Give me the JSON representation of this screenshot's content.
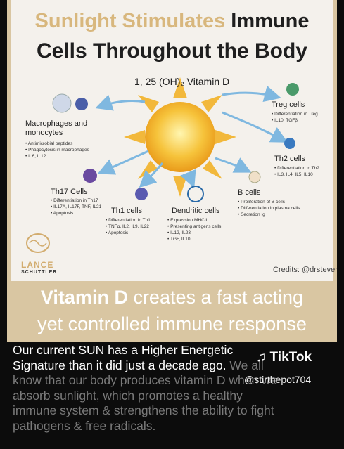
{
  "poster": {
    "title_highlight": "Sunlight Stimulates",
    "title_rest": " Immune",
    "title_line2": "Cells Throughout the Body",
    "vitamin_label": "1, 25 (OH)₂ Vitamin D",
    "credits": "Credits: @drstevenlin",
    "logo_name": "LANCE",
    "logo_sub": "SCHUTTLER",
    "cells": [
      {
        "name": "Macrophages and\nmonocytes",
        "bullets": [
          "Antimicrobial peptides",
          "Phagocytosis in macrophages",
          "IL6, IL12"
        ]
      },
      {
        "name": "Treg cells",
        "bullets": [
          "Differentiation in Treg",
          "IL10, TGFβ"
        ]
      },
      {
        "name": "Th2 cells",
        "bullets": [
          "Differentiation in Th2",
          "IL3, IL4, IL5, IL10"
        ]
      },
      {
        "name": "Th17 Cells",
        "bullets": [
          "Differentiation in Th17",
          "IL17A, IL17F, TNF, IL21",
          "Apoptosis"
        ]
      },
      {
        "name": "Th1 cells",
        "bullets": [
          "Differentiation in Th1",
          "TNFα, IL2, IL9, IL22",
          "Apoptosis"
        ]
      },
      {
        "name": "Dendritic cells",
        "bullets": [
          "Expression MHCII",
          "Presenting antigens cells",
          "IL12, IL23",
          "TGF, IL10"
        ]
      },
      {
        "name": "B cells",
        "bullets": [
          "Proliferation of B cells",
          "Differentiation in plasma cells",
          "Secretion Ig"
        ]
      }
    ],
    "colors": {
      "sun": "#f2b632",
      "arrow": "#7fb8e0",
      "highlight": "#d8b77d"
    }
  },
  "banner": {
    "bold_part": "Vitamin D",
    "line1_rest": " creates a fast acting",
    "line2": "yet controlled immune response"
  },
  "caption": {
    "line1": "Our current SUN has a Higher Energetic",
    "line2": "Signature than it did just a decade ago.",
    "line2_dim": " We all",
    "line3": "know that our body produces vitamin D when we",
    "line4": "absorb sunlight, which promotes a healthy",
    "line5": "immune system & strengthens the ability to fight",
    "line6": "pathogens & free radicals."
  },
  "tiktok": {
    "brand": "TikTok",
    "username": "@stirthepot704"
  }
}
